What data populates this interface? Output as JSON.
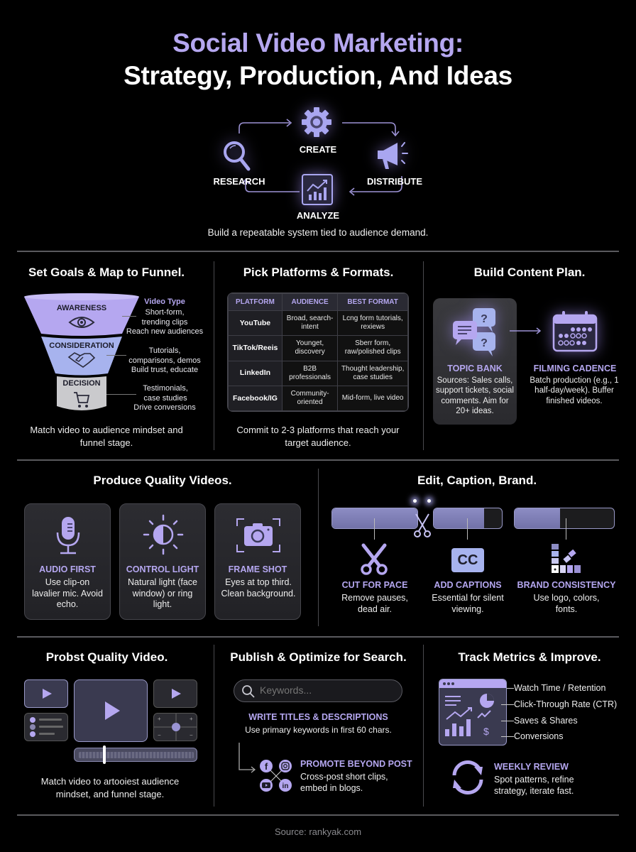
{
  "header": {
    "title_line1": "Social Video Marketing:",
    "title_line2": "Strategy, Production, And Ideas"
  },
  "cycle": {
    "steps": [
      {
        "label": "CREATE",
        "icon": "gear-icon"
      },
      {
        "label": "DISTRIBUTE",
        "icon": "megaphone-icon"
      },
      {
        "label": "ANALYZE",
        "icon": "chart-icon"
      },
      {
        "label": "RESEARCH",
        "icon": "magnifier-icon"
      }
    ],
    "caption": "Build a repeatable system tied to audience demand."
  },
  "goals": {
    "title": "Set Goals & Map to Funnel.",
    "column_header": "Video Type",
    "stages": [
      {
        "name": "AWARENESS",
        "icon": "eye-icon",
        "types": "Short-form, trending clips",
        "goal": "Reach new audiences",
        "color": "#b5a7f0"
      },
      {
        "name": "CONSIDERATION",
        "icon": "handshake-icon",
        "types": "Tutorials, comparisons, demos",
        "goal": "Build trust, educate",
        "color": "#a7b3ee"
      },
      {
        "name": "DECISION",
        "icon": "cart-icon",
        "types": "Testimonials, case studies",
        "goal": "Drive conversions",
        "color": "#c8c8cc"
      }
    ],
    "caption": "Match video to audience mindset and funnel stage."
  },
  "platforms": {
    "title": "Pick Platforms & Formats.",
    "headers": [
      "PLATFORM",
      "AUDIENCE",
      "BEST FORMAT"
    ],
    "rows": [
      {
        "platform": "YouTube",
        "audience": "Broad, search-intent",
        "format": "Lcng form tutorials, rexiews"
      },
      {
        "platform": "TikTok/Reeis",
        "audience": "Younget, discovery",
        "format": "Sberr form, raw/polished clips"
      },
      {
        "platform": "LinkedIn",
        "audience": "B2B professionals",
        "format": "Thought leadership, case studies"
      },
      {
        "platform": "Facebook/IG",
        "audience": "Community-oriented",
        "format": "Mid-form, live video"
      }
    ],
    "caption": "Commit to 2-3 platforms that reach your target audience."
  },
  "content_plan": {
    "title": "Build Content Plan.",
    "topic_bank": {
      "heading": "TOPIC BANK",
      "icon": "chat-bubbles-icon",
      "text": "Sources: Sales calls, support tickets, social comments. Aim for 20+ ideas."
    },
    "filming": {
      "heading": "FILMING CADENCE",
      "icon": "calendar-icon",
      "text": "Batch production (e.g., 1 half-day/week). Buffer finished videos."
    }
  },
  "produce": {
    "title": "Produce Quality Videos.",
    "cards": [
      {
        "heading": "AUDIO FIRST",
        "icon": "microphone-icon",
        "text": "Use clip-on lavalier mic. Avoid echo."
      },
      {
        "heading": "CONTROL LIGHT",
        "icon": "sun-contrast-icon",
        "text": "Natural light (face window) or ring light."
      },
      {
        "heading": "FRAME SHOT",
        "icon": "camera-icon",
        "text": "Eyes at top third. Clean background."
      }
    ]
  },
  "edit": {
    "title": "Edit, Caption, Brand.",
    "items": [
      {
        "heading": "CUT FOR PACE",
        "icon": "scissors-icon",
        "text": "Remove pauses, dead air."
      },
      {
        "heading": "ADD CAPTIONS",
        "icon": "cc-icon",
        "badge": "CC",
        "text": "Essential for silent viewing."
      },
      {
        "heading": "BRAND CONSISTENCY",
        "icon": "palette-icon",
        "text": "Use logo, colors, fonts."
      }
    ]
  },
  "post": {
    "title": "Probst Quality Video.",
    "caption": "Match video to artooiest audience mindset, and funnel stage."
  },
  "publish": {
    "title": "Publish & Optimize for Search.",
    "search_placeholder": "Keywords...",
    "write": {
      "heading": "WRITE TITLES & DESCRIPTIONS",
      "text": "Use primary keywords in first 60 chars."
    },
    "promote": {
      "heading": "PROMOTE BEYOND POST",
      "text": "Cross-post short clips, embed in blogs."
    }
  },
  "metrics": {
    "title": "Track Metrics & Improve.",
    "list": [
      "Watch Time / Retention",
      "Click-Through Rate (CTR)",
      "Saves & Shares",
      "Conversions"
    ],
    "review": {
      "heading": "WEEKLY REVIEW",
      "text": "Spot patterns, refine strategy, iterate fast."
    }
  },
  "footer": {
    "source": "Source: rankyak.com"
  },
  "colors": {
    "accent": "#b5a7f0",
    "accent_blue": "#a7b3ee",
    "background": "#000000",
    "divider": "#5a5a5e"
  }
}
